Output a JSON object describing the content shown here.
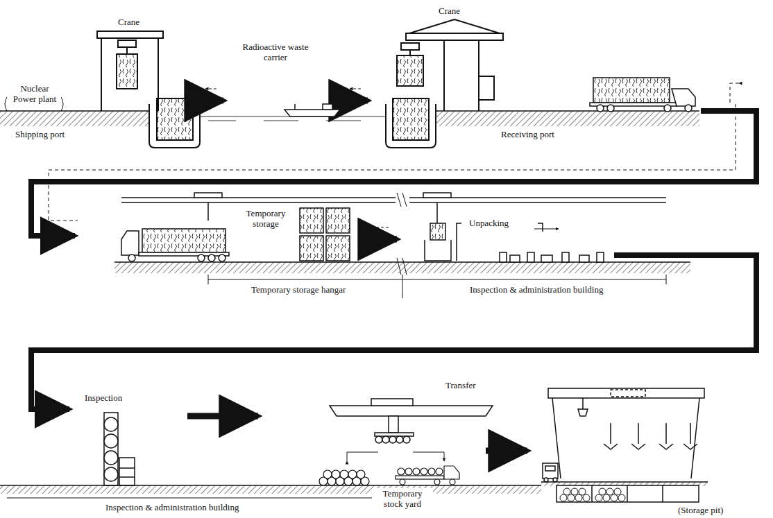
{
  "diagram": {
    "labels": [
      "Crane",
      "Radioactive waste carrier",
      "Crane",
      "Nuclear Power plant",
      "Shipping port",
      "Receiving port",
      "Temporary storage",
      "Unpacking",
      "Temporary storage hangar",
      "Inspection & administration building",
      "Inspection",
      "Transfer",
      "Temporary stock yard",
      "Inspection & administration building",
      "(Storage pit)"
    ]
  }
}
